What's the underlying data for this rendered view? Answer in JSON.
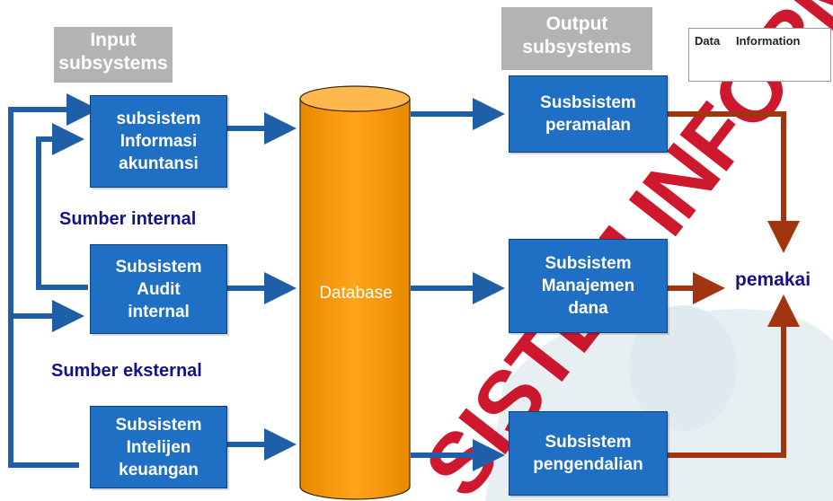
{
  "header": {
    "input_title": [
      "Input",
      "subsystems"
    ],
    "output_title": [
      "Output",
      "subsystems"
    ]
  },
  "legend": {
    "data_label": "Data",
    "information_label": "Information",
    "data_color": "#1f5fa8",
    "information_color": "#a0350f"
  },
  "inputs": {
    "akuntansi": [
      "subsistem",
      "Informasi",
      "akuntansi"
    ],
    "audit": [
      "Subsistem",
      "Audit",
      "internal"
    ],
    "intelijen": [
      "Subsistem",
      "Intelijen",
      "keuangan"
    ]
  },
  "sources": {
    "internal": "Sumber internal",
    "eksternal": "Sumber eksternal"
  },
  "database": {
    "label": "Database",
    "color": "#ff9900"
  },
  "outputs": {
    "peramalan": [
      "Susbsistem",
      "peramalan"
    ],
    "manajemen": [
      "Subsistem",
      "Manajemen",
      "dana"
    ],
    "pengendalian": [
      "Subsistem",
      "pengendalian"
    ]
  },
  "user": {
    "label": "pemakai"
  },
  "watermark": {
    "text": "SISTEM INFORMASI"
  }
}
